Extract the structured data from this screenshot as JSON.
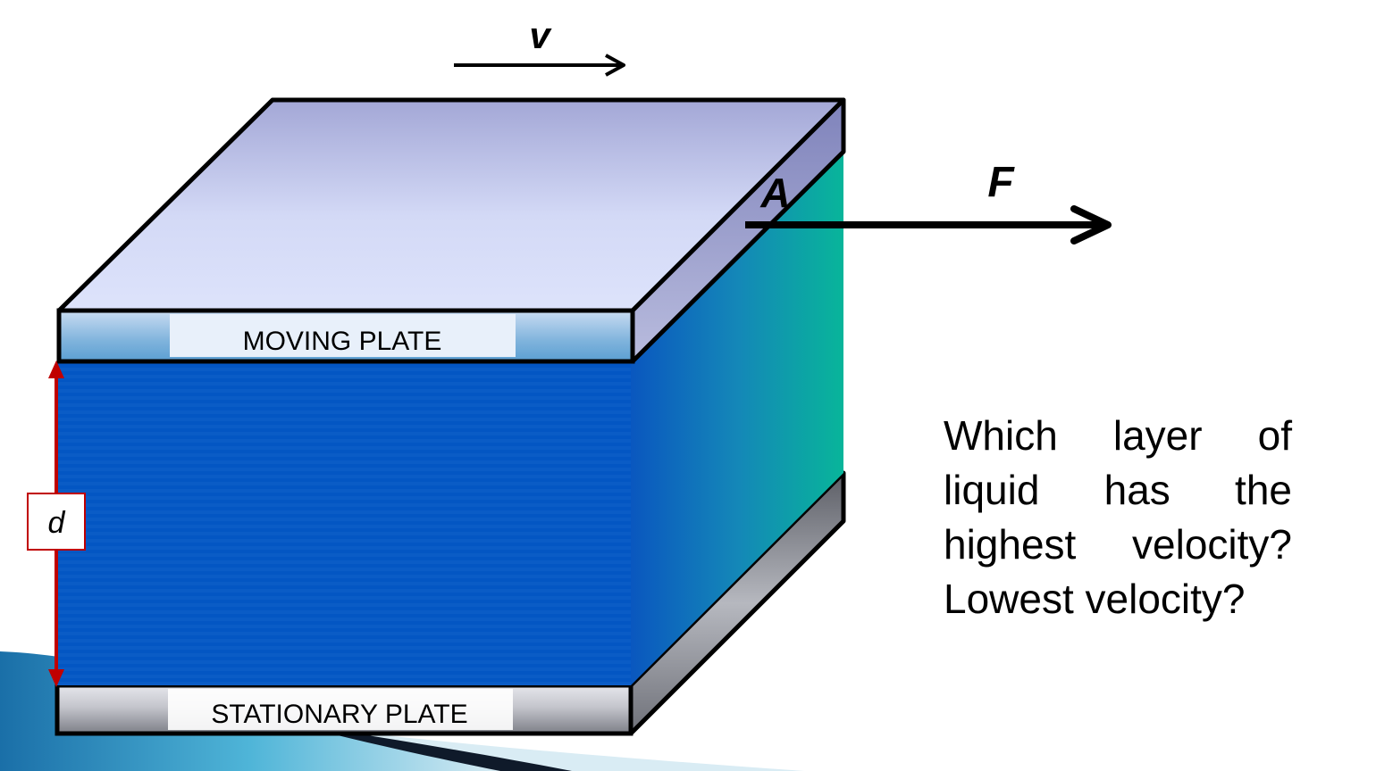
{
  "labels": {
    "velocity": "v",
    "force": "F",
    "area": "A",
    "distance": "d",
    "moving_plate": "MOVING PLATE",
    "stationary_plate": "STATIONARY PLATE"
  },
  "question": "Which layer of liquid has the highest velocity? Lowest velocity?",
  "colors": {
    "liquid_front": "#0058c4",
    "liquid_side": "#0aa89a",
    "moving_plate_top": "#dce2fb",
    "moving_plate_side": "#8e92c4",
    "stationary_plate": "#8a8c94",
    "distance_arrow": "#c00000"
  }
}
